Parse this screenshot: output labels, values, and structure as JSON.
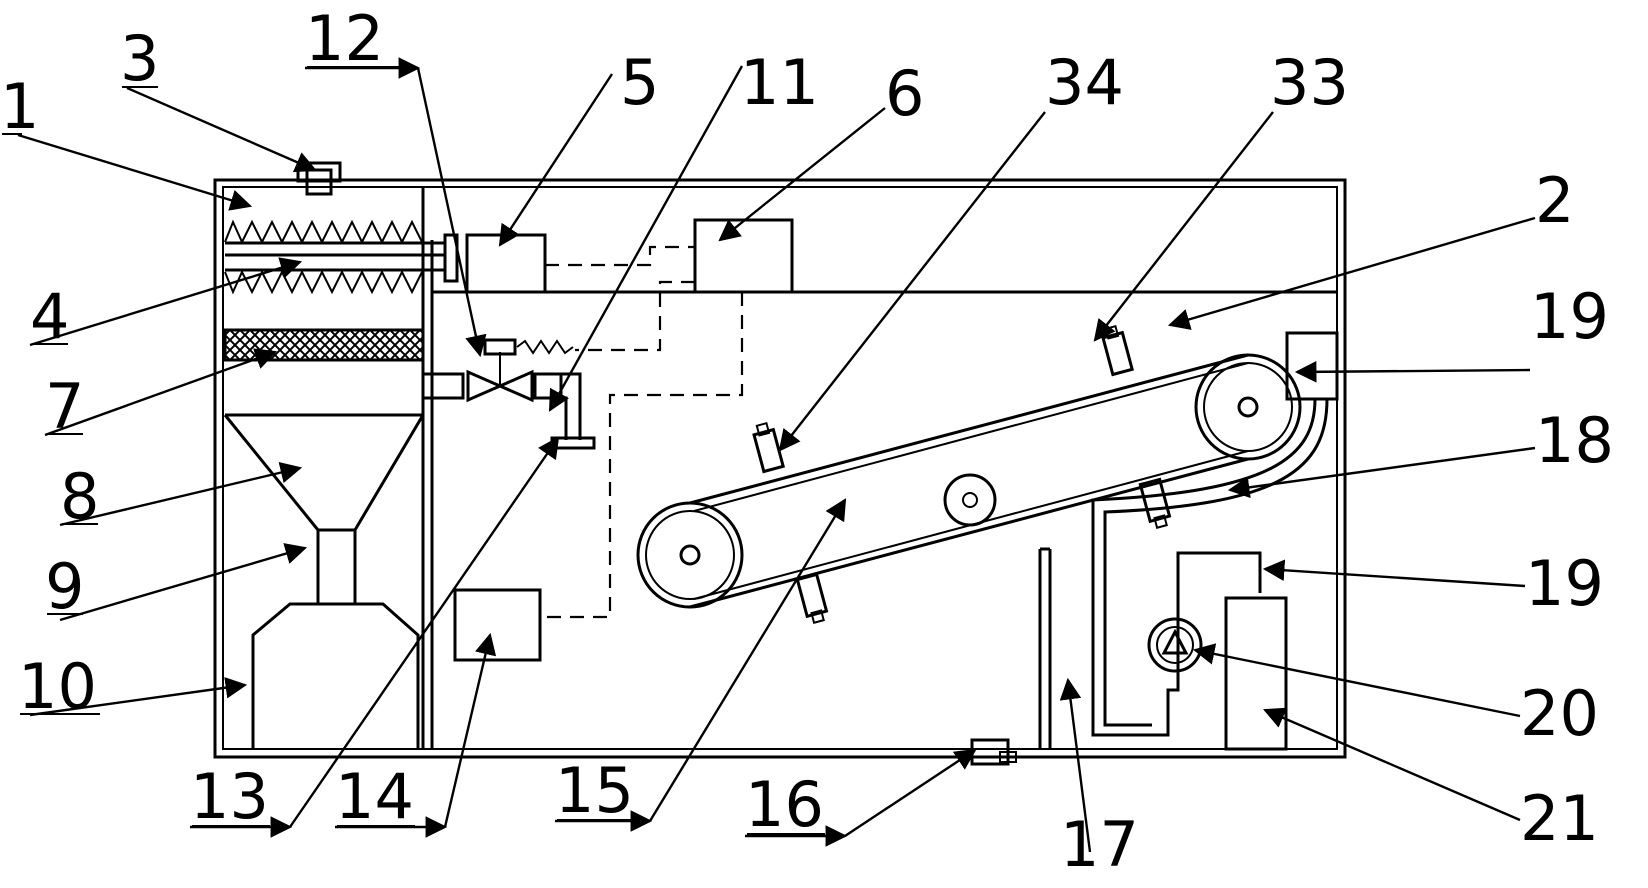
{
  "labels": {
    "l1": "1",
    "l2": "2",
    "l3": "3",
    "l4": "4",
    "l5": "5",
    "l6": "6",
    "l7": "7",
    "l8": "8",
    "l9": "9",
    "l10": "10",
    "l11": "11",
    "l12": "12",
    "l13": "13",
    "l14": "14",
    "l15": "15",
    "l16": "16",
    "l17": "17",
    "l18": "18",
    "l19a": "19",
    "l19b": "19",
    "l20": "20",
    "l21": "21",
    "l33": "33",
    "l34": "34"
  },
  "colors": {
    "line": "#000000",
    "background": "#ffffff"
  }
}
